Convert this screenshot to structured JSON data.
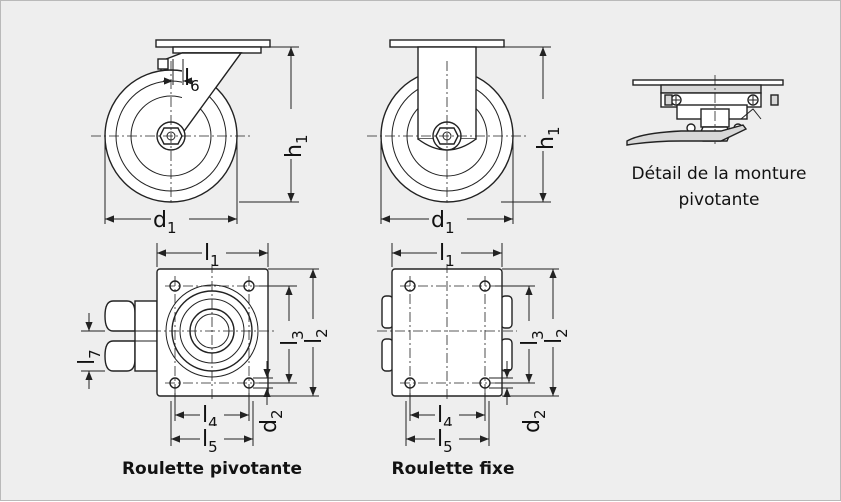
{
  "captions": {
    "swivel": "Roulette pivotante",
    "fixed": "Roulette fixe",
    "detail_line1": "Détail de la monture",
    "detail_line2": "pivotante"
  },
  "dimensions": {
    "d": "d",
    "d_sub": "1",
    "h": "h",
    "h_sub": "1",
    "l": "l",
    "sub1": "1",
    "sub2": "2",
    "sub3": "3",
    "sub4": "4",
    "sub5": "5",
    "sub6": "6",
    "sub7": "7"
  }
}
